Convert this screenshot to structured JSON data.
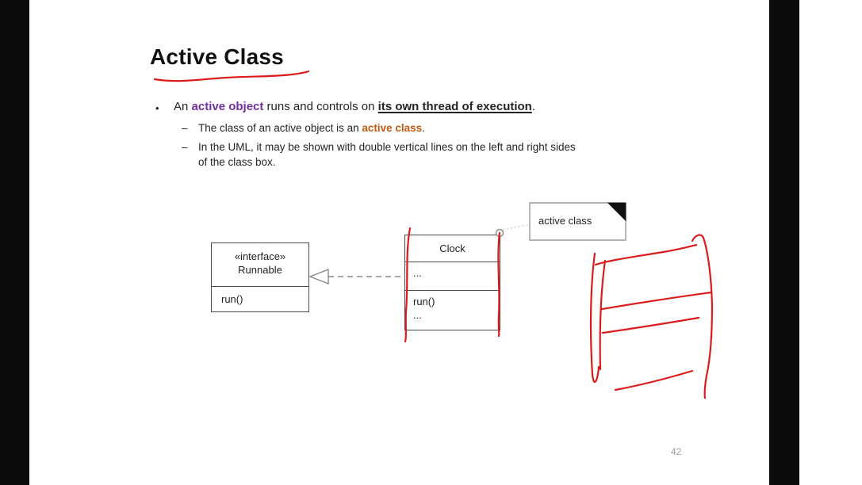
{
  "slide": {
    "title": "Active Class",
    "page_number": "42",
    "bullet1": {
      "marker": "•",
      "seg1": "An ",
      "seg2": "active object",
      "seg3": " runs and controls on ",
      "seg4": "its own thread of execution",
      "seg5": "."
    },
    "sub1": {
      "marker": "–",
      "seg1": "The class of an active object is an ",
      "seg2": "active class",
      "seg3": "."
    },
    "sub2": {
      "marker": "–",
      "line1": "In the UML, it may be shown with double vertical lines on the left and right sides",
      "line2": "of the class box."
    }
  },
  "diagram": {
    "interface_box": {
      "stereotype": "«interface»",
      "name": "Runnable",
      "operation": "run()"
    },
    "class_box": {
      "name": "Clock",
      "attributes": "...",
      "operation1": "run()",
      "operation2": "..."
    },
    "note": {
      "label": "active class"
    },
    "relationship": "realization-dashed-hollow-triangle"
  },
  "annotations": {
    "tool": "red-pen-ink",
    "items": [
      "underline-below-title",
      "double-vertical-line-left-of-clock-box",
      "vertical-line-right-of-clock-box",
      "freehand-active-class-box-sketch"
    ]
  },
  "colors": {
    "highlight_purple": "#7030A0",
    "highlight_orange": "#C05A11",
    "annotation_red": "#DC1C1C",
    "letterbox_black": "#0B0B0B",
    "page_number_gray": "#9F9F9F",
    "box_border": "#4A4A4A",
    "note_border": "#9A9A9A"
  }
}
